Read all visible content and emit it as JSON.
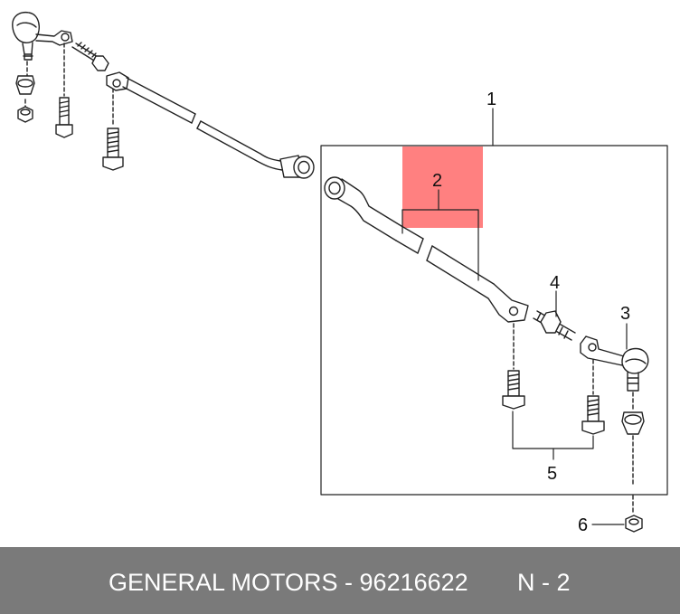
{
  "callouts": {
    "c1": "1",
    "c2": "2",
    "c3": "3",
    "c4": "4",
    "c5": "5",
    "c6": "6"
  },
  "highlight": {
    "color": "#ff8080",
    "target_callout": "2"
  },
  "footer": {
    "brand_part": "GENERAL MOTORS - 96216622",
    "page_code": "N - 2"
  }
}
